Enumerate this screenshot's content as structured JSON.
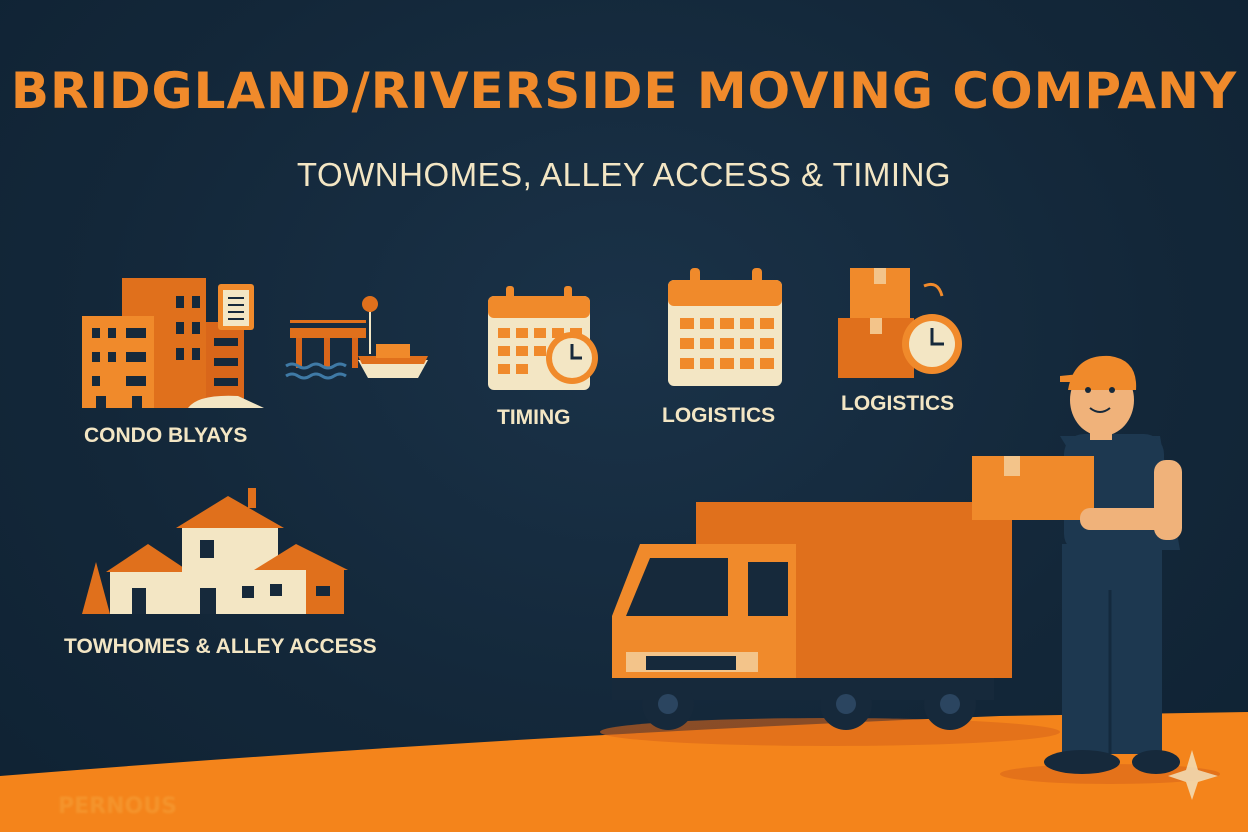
{
  "header": {
    "title": "BRIDGLAND/RIVERSIDE MOVING COMPANY",
    "subtitle": "TOWNHOMES, ALLEY ACCESS & TIMING"
  },
  "features": [
    {
      "label": "CONDO BLYAYS",
      "icon": "condo-buildings-icon"
    },
    {
      "label": "",
      "icon": "pier-boat-icon"
    },
    {
      "label": "TIMING",
      "icon": "calendar-clock-icon"
    },
    {
      "label": "LOGISTICS",
      "icon": "calendar-icon"
    },
    {
      "label": "LOGISTICS",
      "icon": "boxes-clock-icon"
    },
    {
      "label": "TOWHOMES & ALLEY ACCESS",
      "icon": "townhomes-icon"
    }
  ],
  "watermark": "PERNOUS",
  "colors": {
    "background": "#142a3e",
    "accent": "#f07f1e",
    "text": "#f3e6c4"
  }
}
